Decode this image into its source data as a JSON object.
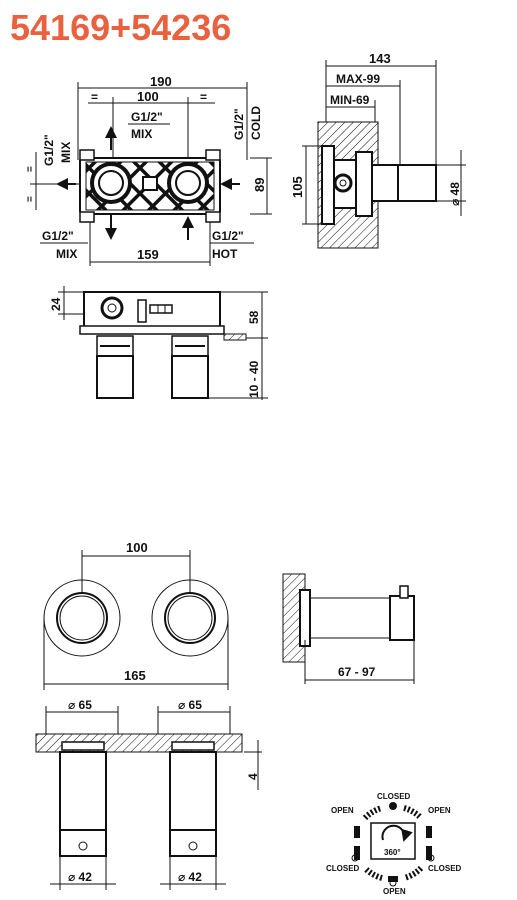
{
  "title": "54169+54236",
  "front_view": {
    "dim_190": "190",
    "dim_100": "100",
    "eq": "=",
    "g12_top": "G1/2\"",
    "mix_top": "MIX",
    "g12_cold": "G1/2\"",
    "cold": "COLD",
    "g12_left": "G1/2\"",
    "mix_left": "MIX",
    "dim_89": "89",
    "g12_bottom_left": "G1/2\"",
    "mix_bottom": "MIX",
    "dim_159": "159",
    "g12_bottom_right": "G1/2\"",
    "hot": "HOT"
  },
  "side_view": {
    "dim_143": "143",
    "max_99": "MAX-99",
    "min_69": "MIN-69",
    "dim_105": "105",
    "dia_48": "⌀ 48"
  },
  "bottom_view": {
    "dim_24": "24",
    "dim_58": "58",
    "dim_10_40": "10 - 40"
  },
  "trim_front": {
    "dim_100": "100",
    "dim_165": "165"
  },
  "trim_side": {
    "dim_67_97": "67 - 97"
  },
  "trim_section": {
    "dia_65_left": "⌀ 65",
    "dia_65_right": "⌀ 65",
    "dim_4": "4",
    "dia_42_left": "⌀ 42",
    "dia_42_right": "⌀ 42"
  },
  "rotation_legend": {
    "closed_top": "CLOSED",
    "open_left": "OPEN",
    "open_right": "OPEN",
    "closed_left": "CLOSED",
    "closed_right": "CLOSED",
    "open_bottom": "OPEN",
    "degrees": "360°"
  }
}
